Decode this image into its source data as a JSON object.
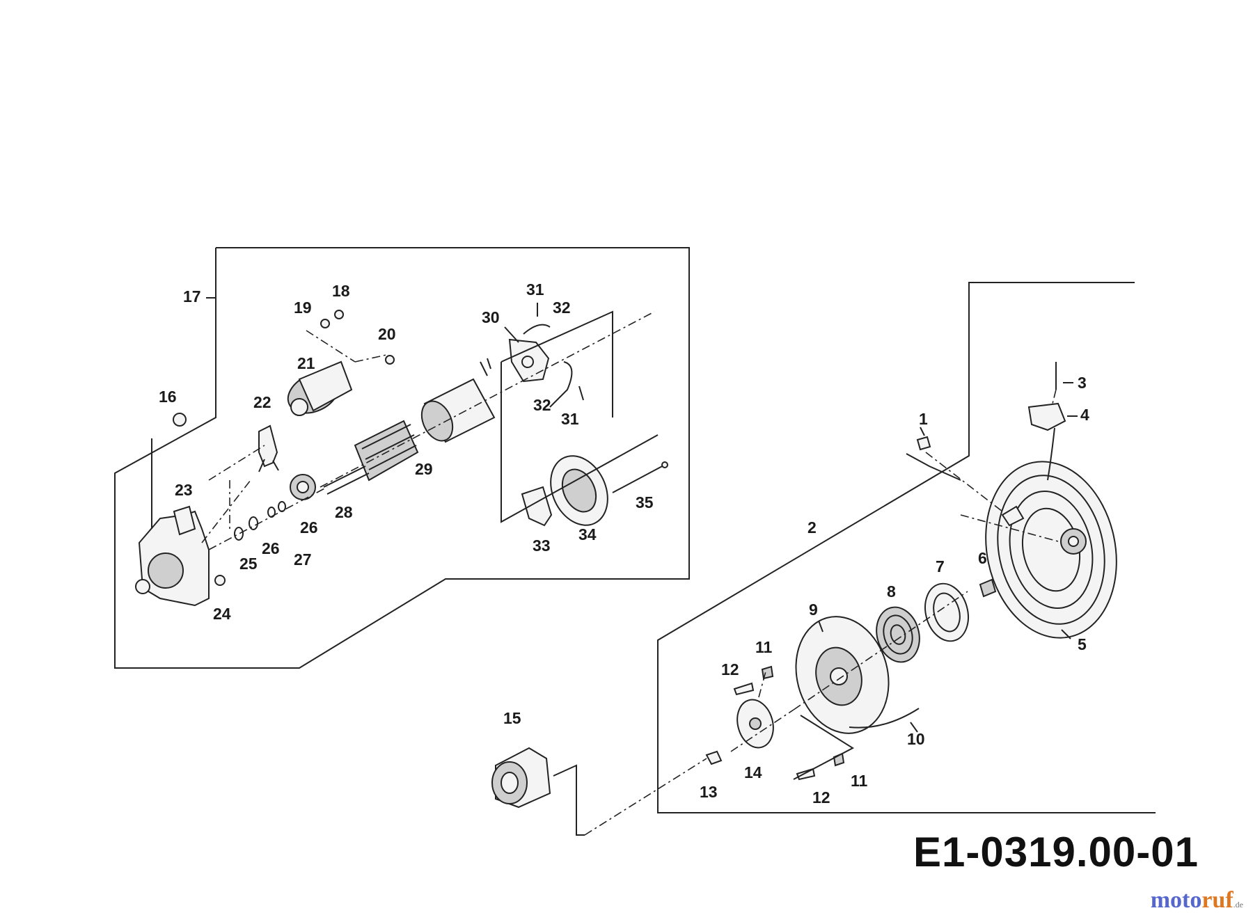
{
  "diagram": {
    "drawing_code": "E1-0319.00-01",
    "watermark": {
      "main_a": "moto",
      "main_b": "ruf",
      "suffix": ".de"
    },
    "labels": {
      "p1": "1",
      "p2": "2",
      "p3": "3",
      "p4": "4",
      "p5": "5",
      "p6": "6",
      "p7": "7",
      "p8": "8",
      "p9": "9",
      "p10": "10",
      "p11a": "11",
      "p11b": "11",
      "p12a": "12",
      "p12b": "12",
      "p13": "13",
      "p14": "14",
      "p15": "15",
      "p16": "16",
      "p17": "17",
      "p18": "18",
      "p19": "19",
      "p20": "20",
      "p21": "21",
      "p22": "22",
      "p23": "23",
      "p24": "24",
      "p25": "25",
      "p26a": "26",
      "p26b": "26",
      "p27": "27",
      "p28": "28",
      "p29": "29",
      "p30": "30",
      "p31a": "31",
      "p31b": "31",
      "p32a": "32",
      "p32b": "32",
      "p33": "33",
      "p34": "34",
      "p35": "35"
    }
  }
}
